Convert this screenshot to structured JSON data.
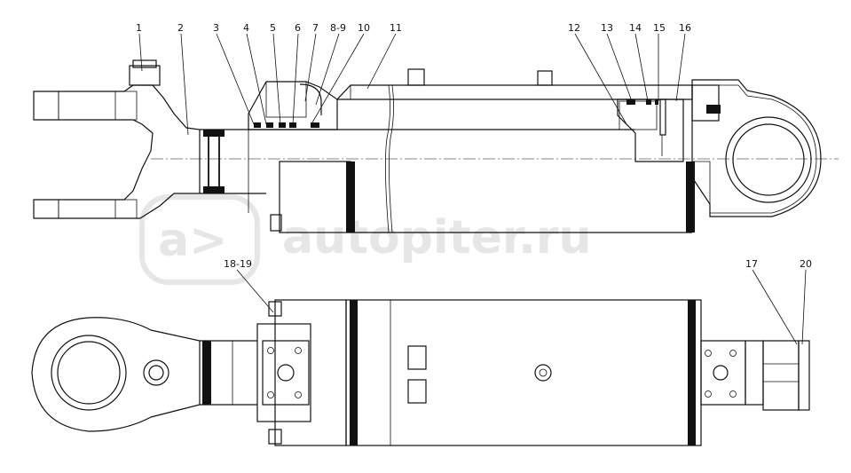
{
  "watermark": {
    "text": "autopiter.ru",
    "logo_glyph": "a>"
  },
  "callouts": {
    "c1": "1",
    "c2": "2",
    "c3": "3",
    "c4": "4",
    "c5": "5",
    "c6": "6",
    "c7": "7",
    "c8_9": "8-9",
    "c10": "10",
    "c11": "11",
    "c12": "12",
    "c13": "13",
    "c14": "14",
    "c15": "15",
    "c16": "16",
    "c17": "17",
    "c18_19": "18-19",
    "c20": "20"
  }
}
